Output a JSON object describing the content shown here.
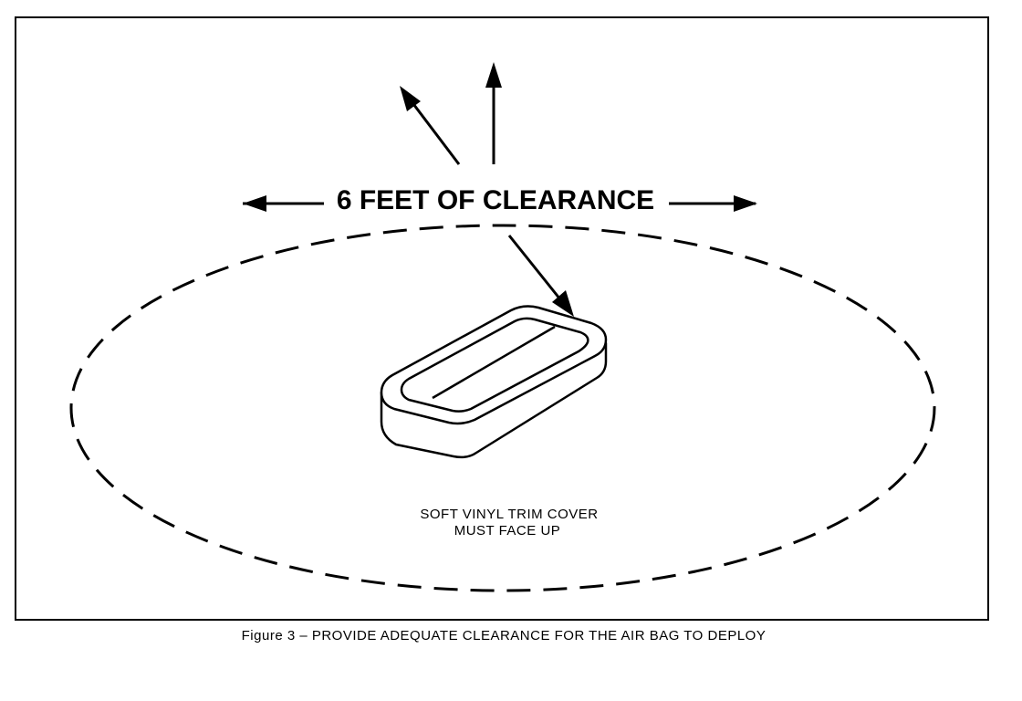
{
  "diagram": {
    "heading": "6 FEET OF CLEARANCE",
    "note_line1": "SOFT VINYL TRIM COVER",
    "note_line2": "MUST FACE UP"
  },
  "caption": {
    "text": "Figure 3 – PROVIDE ADEQUATE CLEARANCE FOR THE AIR BAG TO DEPLOY"
  },
  "colors": {
    "ink": "#000000",
    "paper": "#ffffff"
  }
}
